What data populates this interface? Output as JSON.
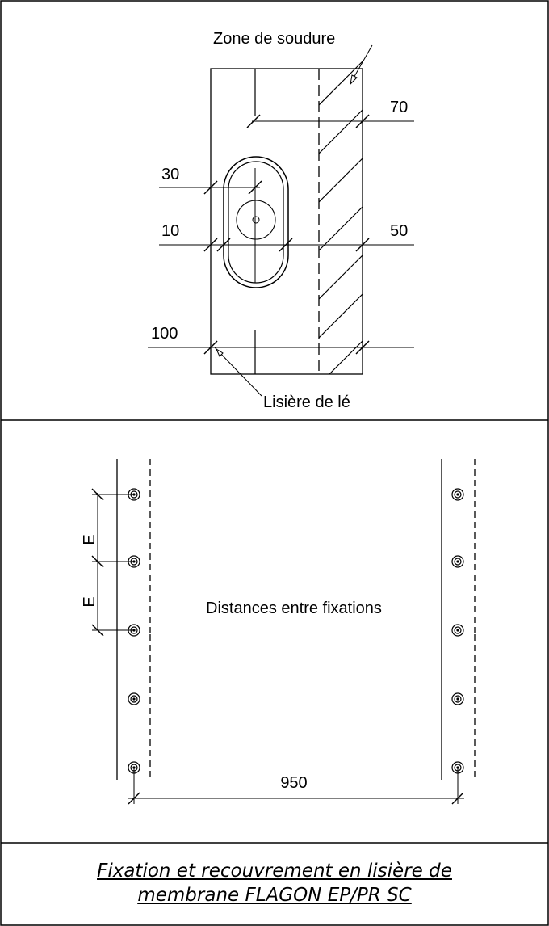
{
  "top_diagram": {
    "weld_zone_label": "Zone de soudure",
    "selvedge_label": "Lisière de lé",
    "dimensions": {
      "d70": "70",
      "d30": "30",
      "d10": "10",
      "d50": "50",
      "d100": "100"
    }
  },
  "bottom_diagram": {
    "spacing_label_1": "E",
    "spacing_label_2": "E",
    "center_label": "Distances entre fixations",
    "width_dimension": "950",
    "fasteners_per_side": 5
  },
  "caption": {
    "line1": "Fixation et recouvrement en lisière de",
    "line2": "membrane FLAGON EP/PR SC"
  }
}
